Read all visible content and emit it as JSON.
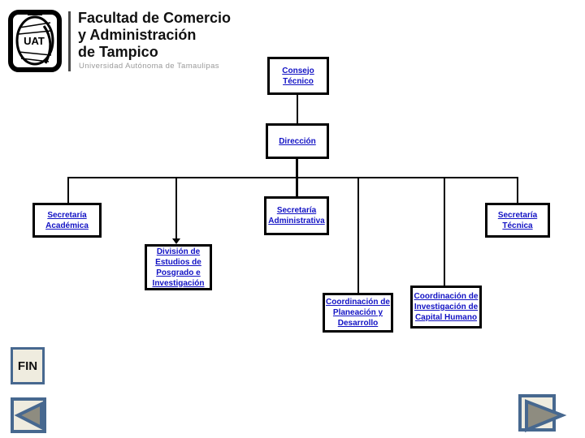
{
  "header": {
    "title_lines": [
      "Facultad de Comercio",
      "y Administración",
      "de Tampico"
    ],
    "subtitle": "Universidad Autónoma de Tamaulipas",
    "logo_text": "UAT"
  },
  "org_chart": {
    "nodes": [
      {
        "id": "consejo-tecnico",
        "label": "Consejo Técnico"
      },
      {
        "id": "direccion",
        "label": "Dirección"
      },
      {
        "id": "secretaria-academica",
        "label": "Secretaría Académica"
      },
      {
        "id": "secretaria-administrativa",
        "label": "Secretaría Administrativa"
      },
      {
        "id": "secretaria-tecnica",
        "label": "Secretaría Técnica"
      },
      {
        "id": "division-posgrado",
        "label": "División de Estudios de Posgrado e Investigación"
      },
      {
        "id": "coordinacion-planeacion",
        "label": "Coordinación de Planeación y Desarrollo"
      },
      {
        "id": "coordinacion-investigacion",
        "label": "Coordinación de Investigación de Capital Humano"
      }
    ]
  },
  "footer": {
    "fin_label": "FIN"
  },
  "colors": {
    "link_blue": "#1212c4",
    "node_border": "#000000",
    "button_border": "#47688f",
    "button_fill": "#efecdf",
    "arrow_fill": "#8e8c80"
  }
}
